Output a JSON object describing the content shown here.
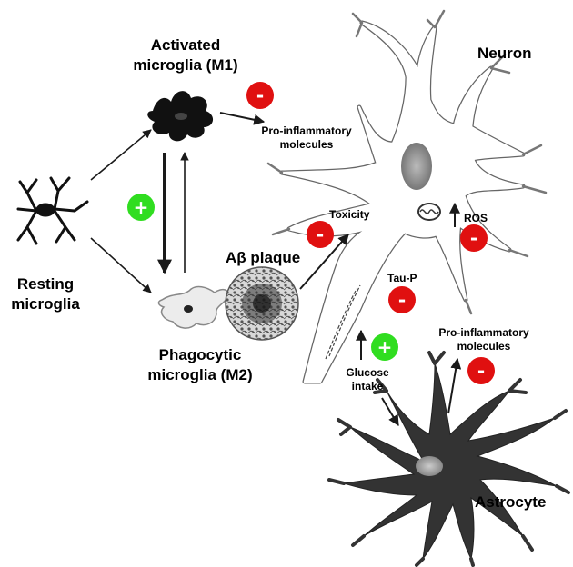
{
  "labels": {
    "activated_line1": "Activated",
    "activated_line2": "microglia (M1)",
    "resting_line1": "Resting",
    "resting_line2": "microglia",
    "phagocytic_line1": "Phagocytic",
    "phagocytic_line2": "microglia (M2)",
    "abeta_plaque": "Aβ plaque",
    "neuron": "Neuron",
    "astrocyte": "Astrocyte",
    "proinflam_m1_line1": "Pro-inflammatory",
    "proinflam_m1_line2": "molecules",
    "proinflam_astro_line1": "Pro-inflammatory",
    "proinflam_astro_line2": "molecules",
    "toxicity": "Toxicity",
    "ros": "ROS",
    "tau_p": "Tau-P",
    "glucose_line1": "Glucose",
    "glucose_line2": "intake"
  },
  "badges": {
    "minus_sign": "-",
    "plus_sign": "+"
  },
  "colors": {
    "minus_badge": "#e01010",
    "plus_badge": "#30dd20",
    "cell_dark": "#333333",
    "neuron_outline": "#666666",
    "arrow": "#1a1a1a"
  }
}
